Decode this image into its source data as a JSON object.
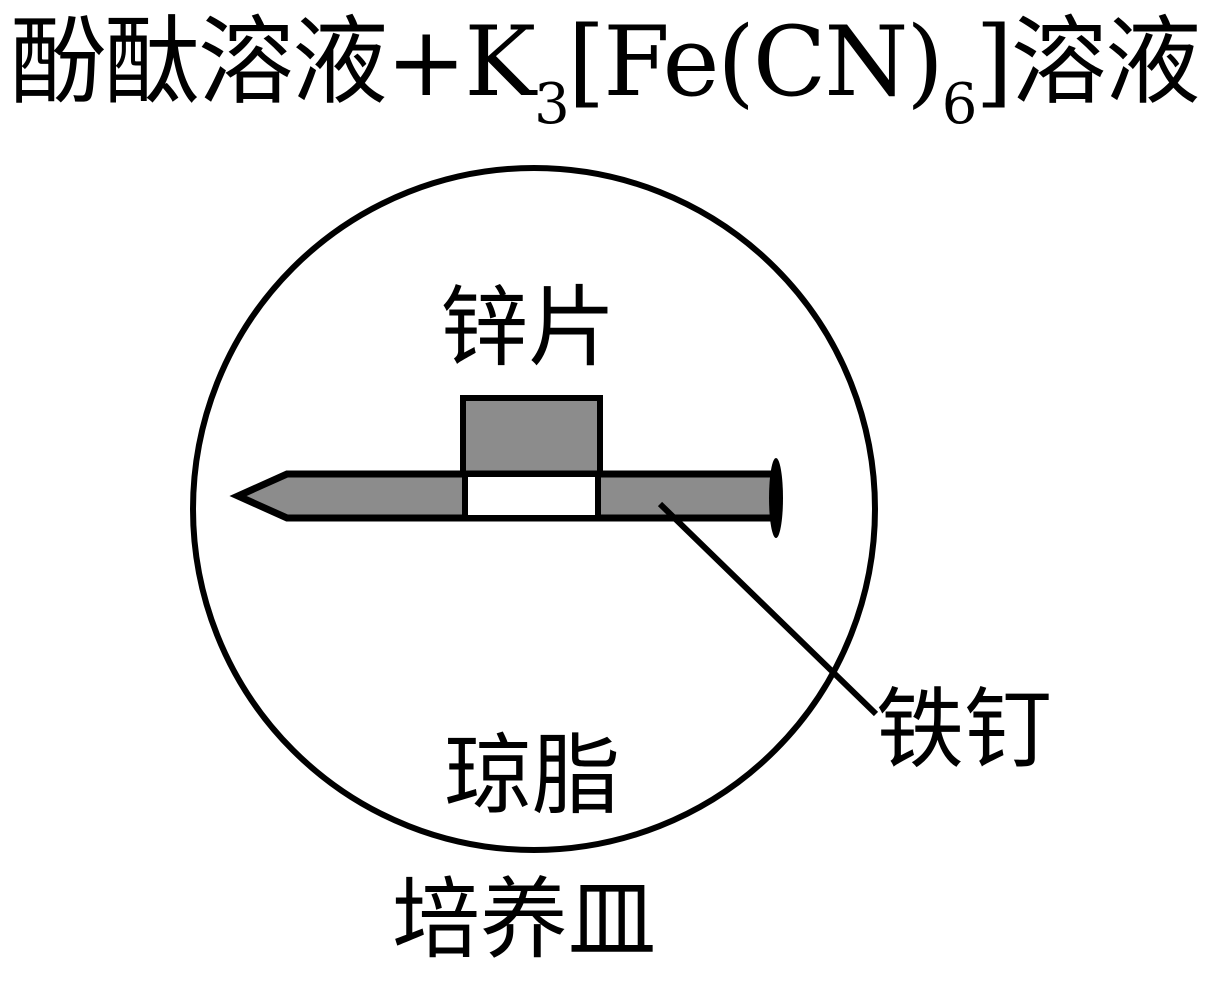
{
  "title": {
    "main": "酚酞溶液+K",
    "sub_3": "3",
    "middle": "[Fe(CN)",
    "sub_6": "6",
    "end": "]溶液"
  },
  "labels": {
    "zinc": "锌片",
    "nail": "铁钉",
    "agar": "琼脂",
    "dish": "培养皿"
  },
  "colors": {
    "metal_fill": "#8c8c8c",
    "stroke": "#000000",
    "background": "#ffffff"
  }
}
